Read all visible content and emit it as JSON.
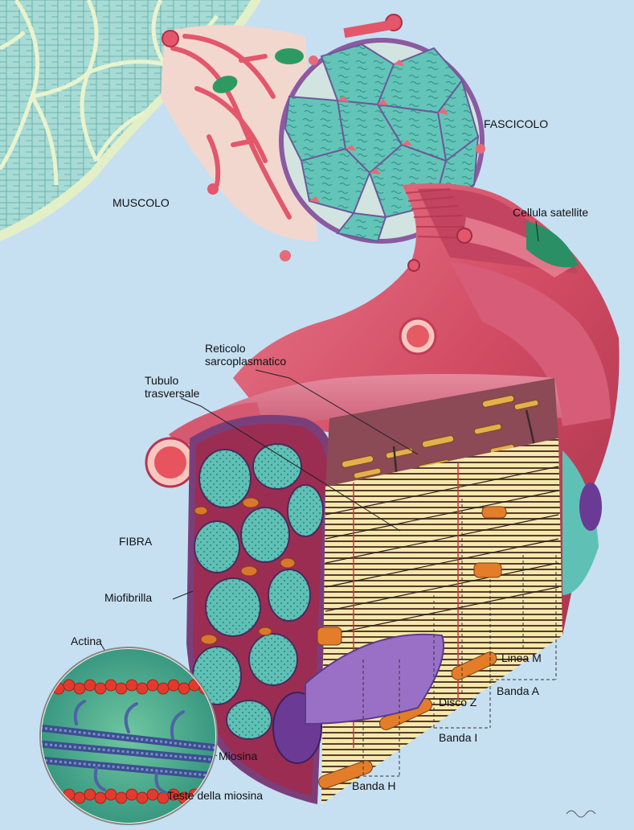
{
  "labels": {
    "muscolo": "MUSCOLO",
    "fascicolo": "FASCICOLO",
    "cellula_satellite": "Cellula satellite",
    "reticolo_line1": "Reticolo",
    "reticolo_line2": "sarcoplasmatico",
    "tubulo_line1": "Tubulo",
    "tubulo_line2": "trasversale",
    "fibra": "FIBRA",
    "miofibrilla": "Miofibrilla",
    "actina": "Actina",
    "miosina": "Miosina",
    "teste_miosina": "Teste della miosina",
    "linea_m": "Linea M",
    "banda_a": "Banda A",
    "disco_z": "Disco Z",
    "banda_i": "Banda I",
    "banda_h": "Banda H"
  },
  "colors": {
    "background": "#bcd9ee",
    "muscle_fill": "#9fd3cf",
    "fibril_teal": "#5fc1b5",
    "tissue_red": "#e4566a",
    "tissue_pink": "#d66d82",
    "nucleus_purple": "#7d55a6",
    "mitochondria_orange": "#e07a2a",
    "sarcomere_yellow": "#f3e7a6",
    "actin_red": "#e33a2e",
    "myosin_blue": "#5a6fb0"
  },
  "icons": {
    "signature": "artist-signature-mark"
  }
}
